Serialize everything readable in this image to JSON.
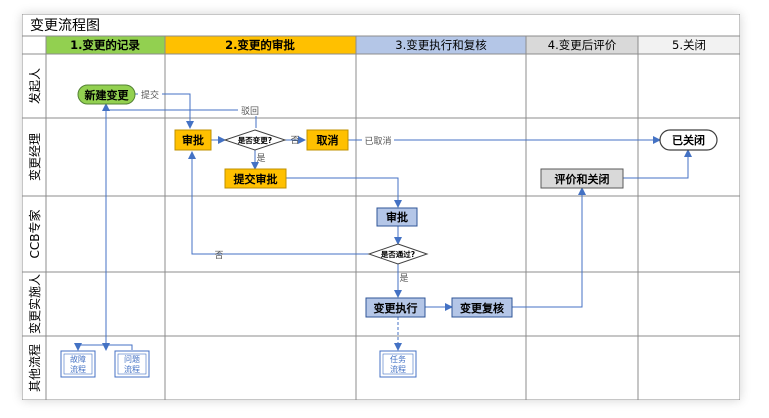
{
  "title": "变更流程图",
  "colors": {
    "phase1": "#92d050",
    "phase2": "#ffc000",
    "phase3": "#b4c6e7",
    "phase4": "#d9d9d9",
    "phase5": "#f2f2f2",
    "line": "#4472c4"
  },
  "phases": [
    {
      "label": "1.变更的记录"
    },
    {
      "label": "2.变更的审批"
    },
    {
      "label": "3.变更执行和复核"
    },
    {
      "label": "4.变更后评价"
    },
    {
      "label": "5.关闭"
    }
  ],
  "lanes": [
    {
      "label": "发起人"
    },
    {
      "label": "变更经理"
    },
    {
      "label": "CCB专家"
    },
    {
      "label": "变更实施人"
    },
    {
      "label": "其他流程"
    }
  ],
  "nodes": {
    "new_change": "新建变更",
    "approve_mgr": "审批",
    "decision_change": "是否变更?",
    "cancel": "取消",
    "submit_approval": "提交审批",
    "approve_ccb": "审批",
    "decision_pass": "是否通过?",
    "execute": "变更执行",
    "review": "变更复核",
    "evaluate": "评价和关闭",
    "closed": "已关闭",
    "fault_flow": "故障\n流程",
    "problem_flow": "问题\n流程",
    "task_flow": "任务\n流程"
  },
  "edge_labels": {
    "submit": "提交",
    "reject": "驳回",
    "no1": "否",
    "yes1": "是",
    "cancelled": "已取消",
    "no2": "否",
    "yes2": "是"
  }
}
